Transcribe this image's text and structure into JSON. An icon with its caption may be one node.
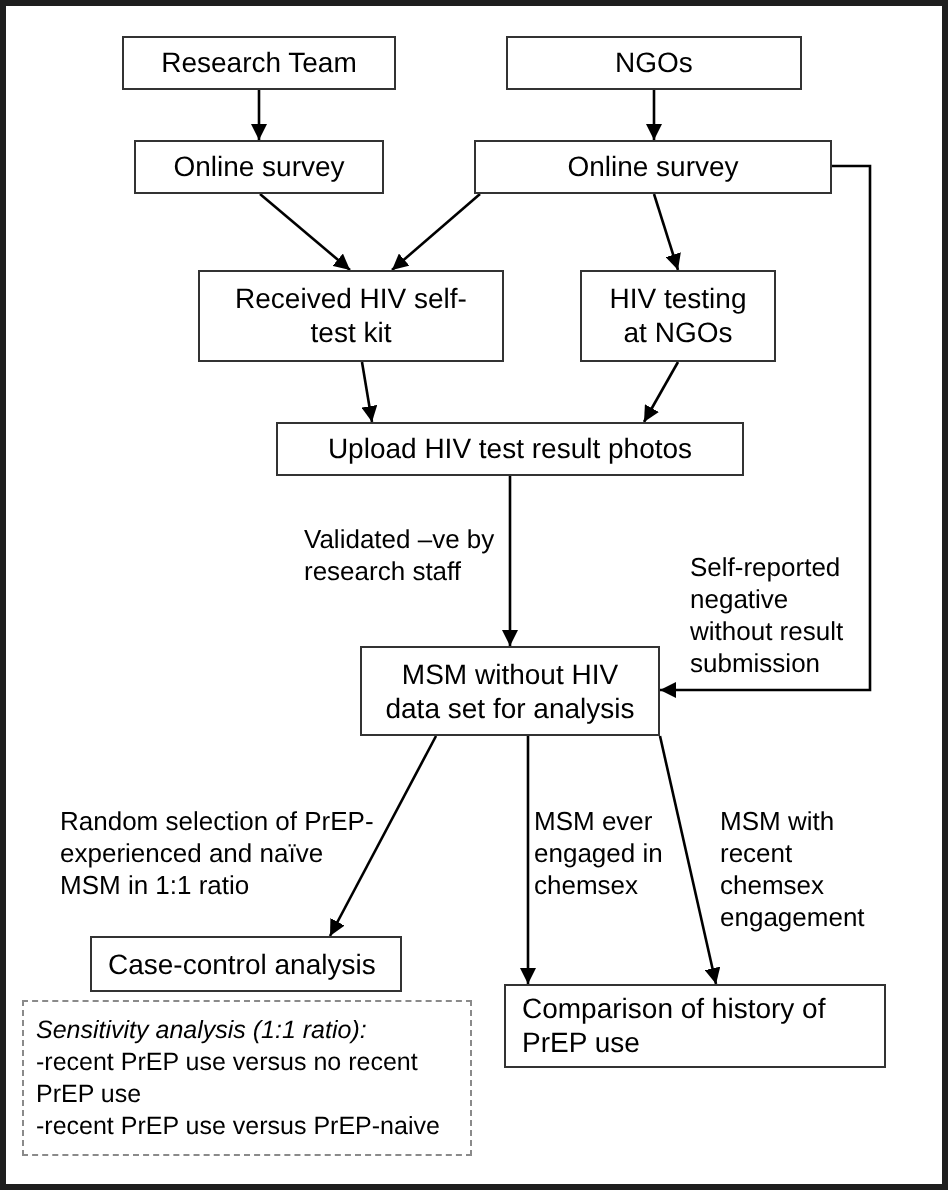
{
  "diagram": {
    "nodes": [
      {
        "text": [
          "Research Team"
        ]
      },
      {
        "text": [
          "NGOs"
        ]
      },
      {
        "text": [
          "Online survey"
        ]
      },
      {
        "text": [
          "Online survey"
        ]
      },
      {
        "text": [
          "Received HIV self-test kit"
        ]
      },
      {
        "text": [
          "HIV testing at NGOs"
        ]
      },
      {
        "text": [
          "Upload HIV test result photos"
        ]
      },
      {
        "text": [
          "MSM without HIV data set for analysis"
        ]
      },
      {
        "text": [
          "Case-control analysis"
        ]
      },
      {
        "text": [
          "Comparison of history of PrEP use"
        ]
      },
      {
        "text": [
          "Sensitivity analysis (1:1 ratio):",
          "-recent PrEP use versus no recent PrEP use",
          "-recent PrEP use versus PrEP-naive"
        ]
      }
    ],
    "edges": [
      {
        "from": 0,
        "to": 2,
        "arrow": "to"
      },
      {
        "from": 1,
        "to": 3,
        "arrow": "to"
      },
      {
        "from": 2,
        "to": 4,
        "arrow": "to"
      },
      {
        "from": 3,
        "to": 4,
        "arrow": "to"
      },
      {
        "from": 3,
        "to": 5,
        "arrow": "to"
      },
      {
        "from": 4,
        "to": 6,
        "arrow": "to"
      },
      {
        "from": 5,
        "to": 6,
        "arrow": "to"
      },
      {
        "from": 6,
        "to": 7,
        "arrow": "to",
        "label": "Validated –ve by research staff"
      },
      {
        "from": 3,
        "to": 7,
        "arrow": "to",
        "label": "Self-reported negative without result submission"
      },
      {
        "from": 7,
        "to": 8,
        "arrow": "to",
        "label": "Random selection of PrEP-experienced and naïve MSM in 1:1 ratio"
      },
      {
        "from": 7,
        "to": 9,
        "arrow": "to",
        "label": "MSM ever engaged in chemsex"
      },
      {
        "from": 7,
        "to": 9,
        "arrow": "to",
        "label": "MSM with recent chemsex engagement"
      }
    ]
  }
}
